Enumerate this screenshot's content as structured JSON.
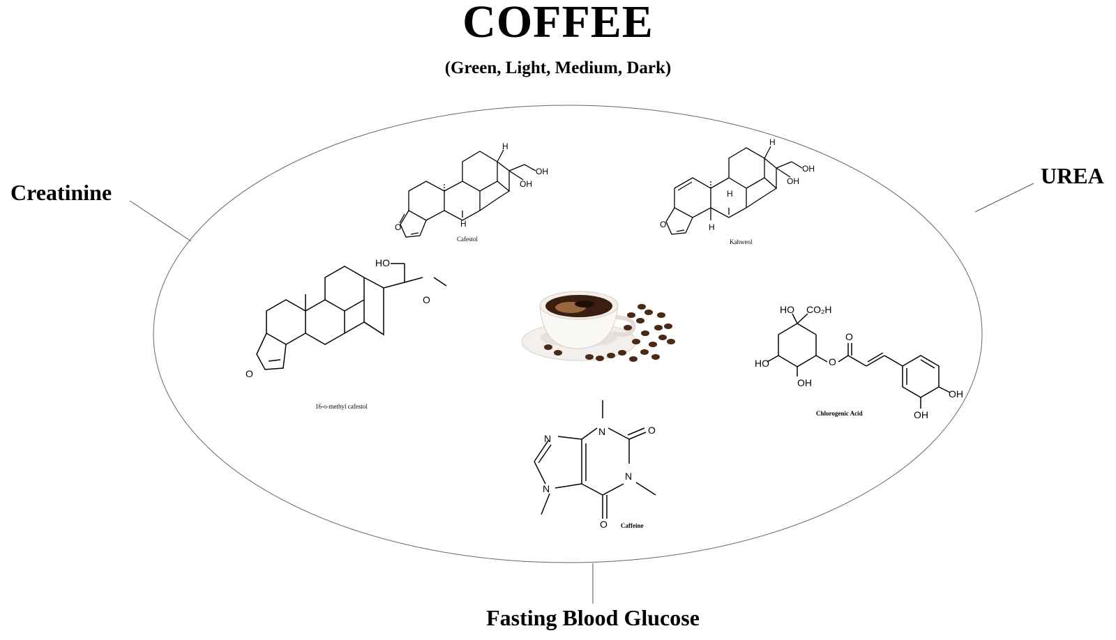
{
  "title": "COFFEE",
  "subtitle": "(Green, Light, Medium, Dark)",
  "outcomes": {
    "left": "Creatinine",
    "right": "UREA",
    "bottom": "Fasting Blood Glucose"
  },
  "compounds": {
    "cafestol": "Cafestol",
    "kahweol": "Kahweol",
    "methyl_cafestol": "16-o-methyl cafestol",
    "chlorogenic_acid": "Chlorogenic Acid",
    "caffeine": "Caffeine"
  },
  "atoms": {
    "H": "H",
    "OH": "OH",
    "HO": "HO",
    "O": "O",
    "N": "N",
    "CO2H": "CO₂H"
  },
  "colors": {
    "ink": "#000000",
    "outline": "#555555",
    "coffee": "#3a1f10",
    "bean": "#4a2a16"
  }
}
